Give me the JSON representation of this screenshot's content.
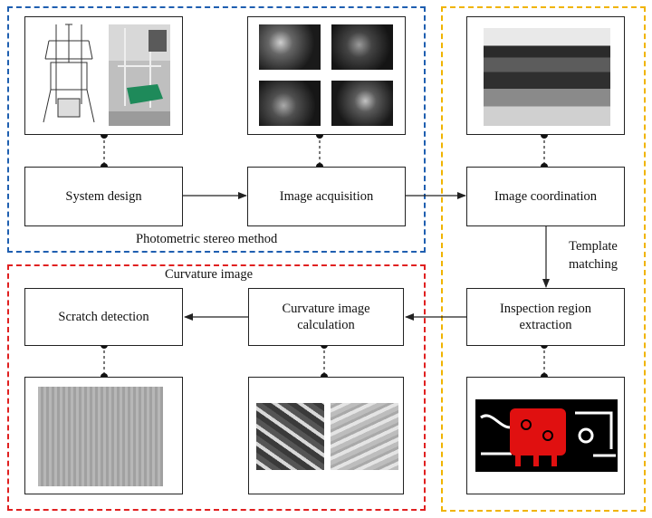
{
  "colors": {
    "blue": "#1f5fb0",
    "gold": "#f0b400",
    "red": "#e02020",
    "line": "#222222"
  },
  "groups": {
    "photometric_label": "Photometric stereo method",
    "curvature_label": "Curvature image"
  },
  "steps": {
    "system_design": "System design",
    "image_acquisition": "Image acquisition",
    "image_coordination": "Image coordination",
    "inspection_region_1": "Inspection region",
    "inspection_region_2": "extraction",
    "curvature_calc_1": "Curvature image",
    "curvature_calc_2": "calculation",
    "scratch_detection": "Scratch detection"
  },
  "edges": {
    "template_matching_1": "Template",
    "template_matching_2": "matching"
  },
  "images": [
    "system-sketch-image",
    "system-photo-image",
    "acquired-image-1",
    "acquired-image-2",
    "acquired-image-3",
    "acquired-image-4",
    "coordinated-image",
    "inspection-region-image",
    "curvature-image-1",
    "curvature-image-2",
    "scratch-result-image"
  ]
}
